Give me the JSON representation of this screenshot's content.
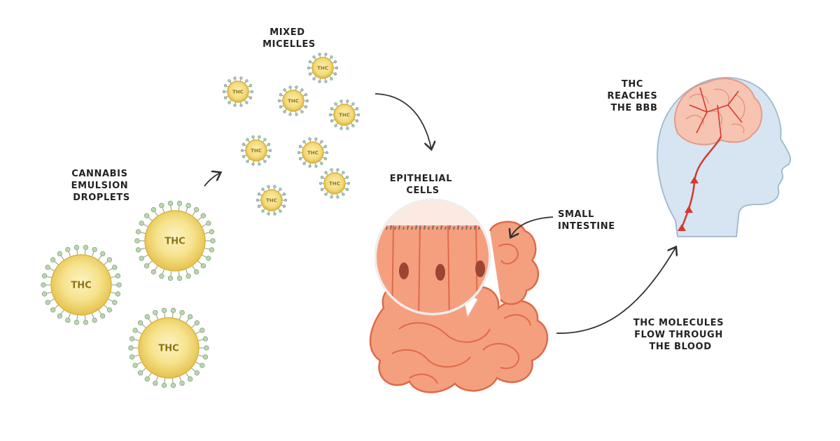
{
  "labels": {
    "droplets": [
      "CANNABIS",
      "EMULSION",
      "DROPLETS"
    ],
    "micelles": [
      "MIXED",
      "MICELLES"
    ],
    "epithelial": [
      "EPITHELIAL",
      "CELLS"
    ],
    "intestine": [
      "SMALL",
      "INTESTINE"
    ],
    "blood": [
      "THC MOLECULES",
      "FLOW THROUGH",
      "THE BLOOD"
    ],
    "brain": [
      "THC",
      "REACHES",
      "THE BBB"
    ]
  },
  "particle_text": "THC",
  "colors": {
    "droplet_fill": "#f3dc7a",
    "droplet_core": "#fbf0b8",
    "droplet_edge": "#d8b53d",
    "thc_text": "#8c7414",
    "spike_tip": "#b9d7b0",
    "micelle_tip": "#a9c6d6",
    "intestine": "#f4a07f",
    "intestine_edge": "#e0694a",
    "head": "#d6e5f1",
    "head_edge": "#9fb7cc",
    "brain": "#f7c4b2",
    "vessel": "#d9372d",
    "arrow": "#333333"
  },
  "icons": {
    "arrow": "hand-drawn-arrow-icon",
    "micelle": "micelle-icon",
    "droplet": "droplet-icon"
  }
}
